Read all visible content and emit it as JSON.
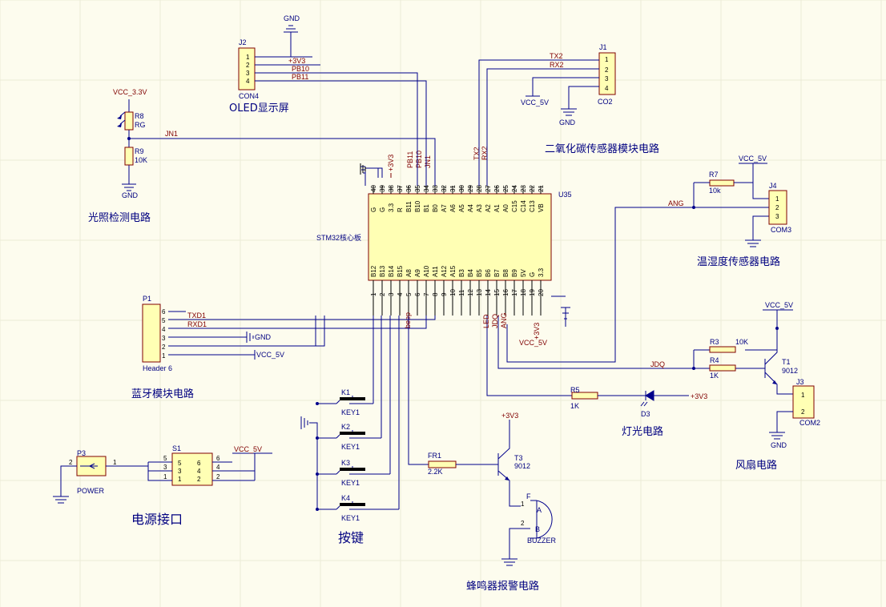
{
  "captions": {
    "oled": "OLED显示屏",
    "light": "光照检测电路",
    "co2": "二氧化碳传感器模块电路",
    "temp": "温湿度传感器电路",
    "bt": "蓝牙模块电路",
    "lamp": "灯光电路",
    "fan": "风扇电路",
    "power": "电源接口",
    "keys": "按键",
    "buzzer": "蜂鸣器报警电路"
  },
  "mcu": {
    "ref": "U35",
    "name": "STM32核心板",
    "top_pins": [
      "40",
      "39",
      "38",
      "37",
      "36",
      "35",
      "34",
      "33",
      "32",
      "31",
      "30",
      "29",
      "28",
      "27",
      "26",
      "25",
      "24",
      "23",
      "22",
      "21"
    ],
    "top_labels": [
      "G",
      "G",
      "3.3",
      "R",
      "B11",
      "B10",
      "B1",
      "B0",
      "A7",
      "A6",
      "A5",
      "A4",
      "A3",
      "A2",
      "A1",
      "A0",
      "C15",
      "C14",
      "C13",
      "VB"
    ],
    "bot_pins": [
      "1",
      "2",
      "3",
      "4",
      "5",
      "6",
      "7",
      "8",
      "9",
      "10",
      "11",
      "12",
      "13",
      "14",
      "15",
      "16",
      "17",
      "18",
      "19",
      "20"
    ],
    "bot_labels": [
      "B12",
      "B13",
      "B14",
      "B15",
      "A8",
      "A9",
      "A10",
      "A11",
      "A12",
      "A15",
      "B3",
      "B4",
      "B5",
      "B6",
      "B7",
      "B8",
      "B9",
      "5V",
      "G",
      "3.3"
    ],
    "top_nets": [
      "+3V3",
      "PB11",
      "PB10",
      "JN1",
      "TX2",
      "RX2"
    ],
    "bot_nets": [
      "beep",
      "LED",
      "JDQ",
      "ANG",
      "+3V3",
      "VCC_5V"
    ]
  },
  "j2": {
    "ref": "J2",
    "name": "CON4",
    "pins": [
      "1",
      "2",
      "3",
      "4"
    ],
    "nets": [
      "+3V3",
      "PB10",
      "PB11"
    ],
    "gnd": "GND"
  },
  "j1": {
    "ref": "J1",
    "name": "CO2",
    "pins": [
      "1",
      "2",
      "3",
      "4"
    ],
    "nets": [
      "TX2",
      "RX2"
    ],
    "vcc": "VCC_5V",
    "gnd": "GND"
  },
  "light": {
    "vcc": "VCC_3.3V",
    "r8": "R8",
    "rg": "RG",
    "r9": "R9",
    "r9v": "10K",
    "gnd": "GND",
    "net": "JN1"
  },
  "j4": {
    "ref": "J4",
    "name": "COM3",
    "pins": [
      "1",
      "2",
      "3"
    ],
    "vcc": "VCC_5V",
    "r7": "R7",
    "r7v": "10k",
    "net": "ANG"
  },
  "p1": {
    "ref": "P1",
    "name": "Header 6",
    "pins": [
      "6",
      "5",
      "4",
      "3",
      "2",
      "1"
    ],
    "nets": [
      "TXD1",
      "RXD1",
      "GND",
      "VCC_5V"
    ]
  },
  "fan": {
    "vcc": "VCC_5V",
    "r3": "R3",
    "r3v": "10K",
    "r4": "R4",
    "r4v": "1K",
    "t1": "T1",
    "t1v": "9012",
    "j3": "J3",
    "j3n": "COM2",
    "pins": [
      "1",
      "2"
    ],
    "net": "JDQ",
    "gnd": "GND"
  },
  "lamp": {
    "r5": "R5",
    "r5v": "1K",
    "d3": "D3",
    "v": "+3V3"
  },
  "power": {
    "p3": "P3",
    "p3n": "POWER",
    "s1": "S1",
    "vcc": "VCC_5V",
    "p3pins": [
      "2",
      "1"
    ],
    "s1l": [
      "5",
      "3",
      "1"
    ],
    "s1r": [
      "6",
      "4",
      "2"
    ],
    "s1m": [
      "5",
      "6",
      "3",
      "4",
      "1",
      "2"
    ]
  },
  "keys": {
    "refs": [
      "K1",
      "K2",
      "K3",
      "K4"
    ],
    "name": "KEY1"
  },
  "buzzer": {
    "v": "+3V3",
    "fr1": "FR1",
    "fr1v": "2.2K",
    "t3": "T3",
    "t3v": "9012",
    "f": "F",
    "bz": "BUZZER",
    "a": "A",
    "b": "B",
    "p1": "1",
    "p2": "2"
  }
}
